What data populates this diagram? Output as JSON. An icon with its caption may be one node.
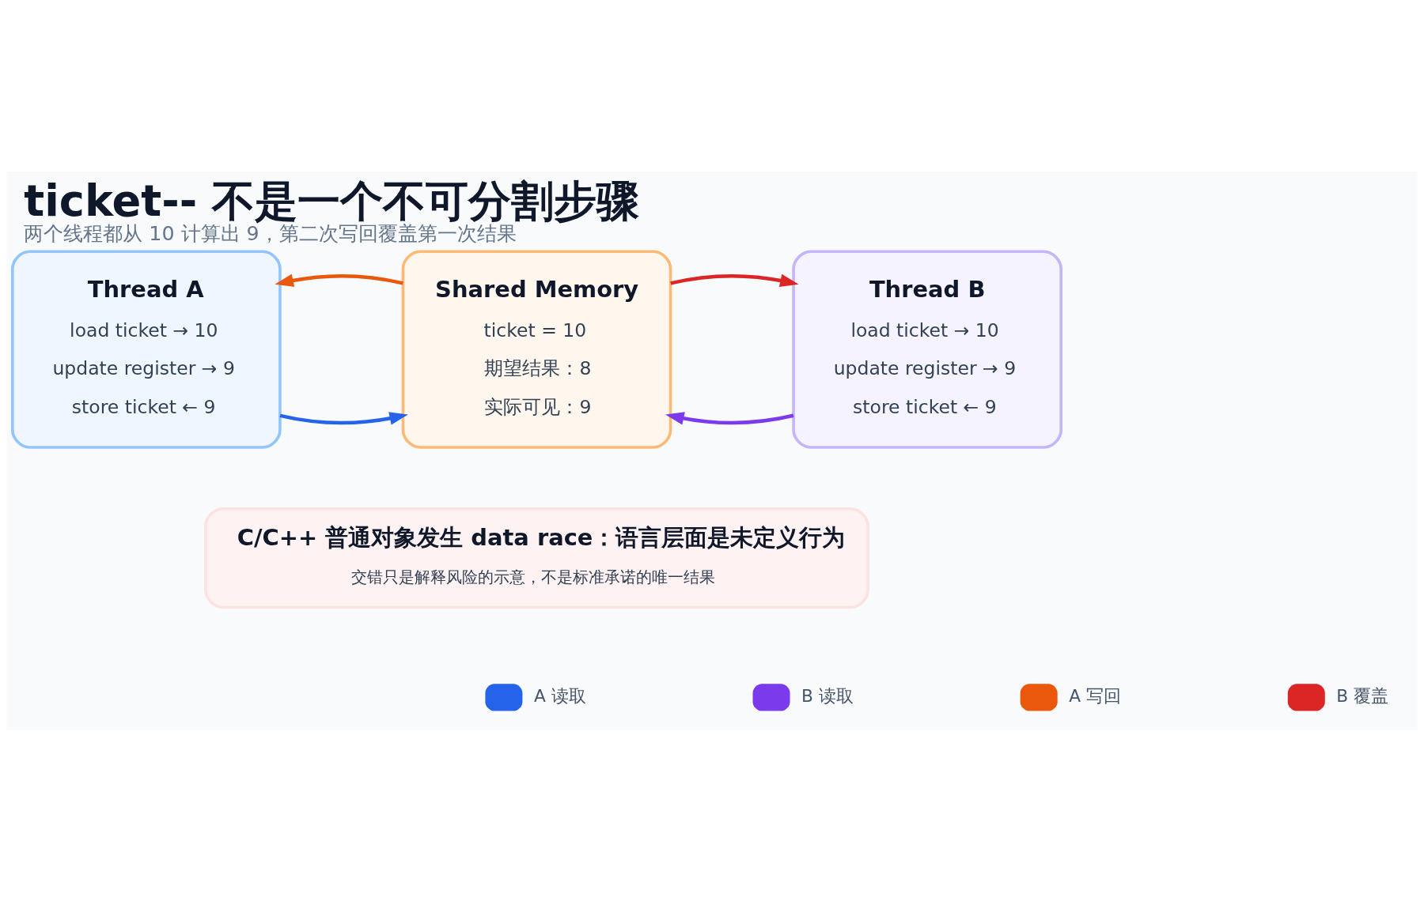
{
  "diagram": {
    "title": "ticket-- 不是一个不可分割步骤",
    "caption": "两个线程都从 10 计算出 9，第二次写回覆盖第一次结果",
    "nodes": [
      {
        "text": [
          "Thread A",
          "load ticket → 10",
          "update register → 9",
          "store ticket ← 9"
        ]
      },
      {
        "text": [
          "Shared Memory",
          "ticket = 10",
          "期望结果：8",
          "实际可见：9"
        ]
      },
      {
        "text": [
          "Thread B",
          "load ticket → 10",
          "update register → 9",
          "store ticket ← 9"
        ]
      },
      {
        "text": [
          "C/C++ 普通对象发生 data race：语言层面是未定义行为",
          "交错只是解释风险的示意，不是标准承诺的唯一结果"
        ]
      }
    ],
    "edges": [
      {
        "from": 0,
        "to": 1,
        "arrow": "to",
        "color": "#2563eb"
      },
      {
        "from": 2,
        "to": 1,
        "arrow": "to",
        "color": "#7c3aed"
      },
      {
        "from": 1,
        "to": 0,
        "arrow": "to",
        "color": "#ea580c"
      },
      {
        "from": 1,
        "to": 2,
        "arrow": "to",
        "color": "#dc2626"
      }
    ],
    "legend": [
      {
        "text": "A 读取",
        "color": "#2563eb"
      },
      {
        "text": "B 读取",
        "color": "#7c3aed"
      },
      {
        "text": "A 写回",
        "color": "#ea580c"
      },
      {
        "text": "B 覆盖",
        "color": "#dc2626"
      }
    ]
  }
}
